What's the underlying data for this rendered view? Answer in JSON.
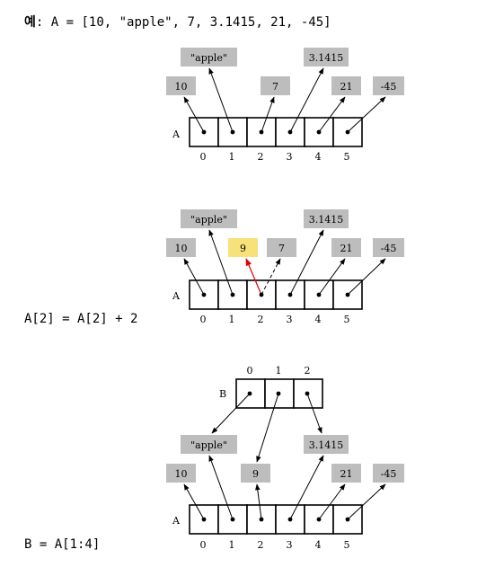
{
  "texts": {
    "example_prefix": "예",
    "example_code": ": A = [10, \"apple\", 7, 3.1415, 21, -45]",
    "step2_code": "A[2] = A[2] + 2",
    "step3_code": "B = A[1:4]"
  },
  "array_a_label": "A",
  "array_b_label": "B",
  "indices_a": [
    "0",
    "1",
    "2",
    "3",
    "4",
    "5"
  ],
  "indices_b": [
    "0",
    "1",
    "2"
  ],
  "values": {
    "v10": "10",
    "apple": "\"apple\"",
    "v7": "7",
    "v9": "9",
    "pi": "3.1415",
    "v21": "21",
    "neg45": "-45"
  },
  "colors": {
    "value_box": "#bdbdbd",
    "highlight_box": "#f7e27a",
    "new_reference_arrow": "#e00000"
  }
}
